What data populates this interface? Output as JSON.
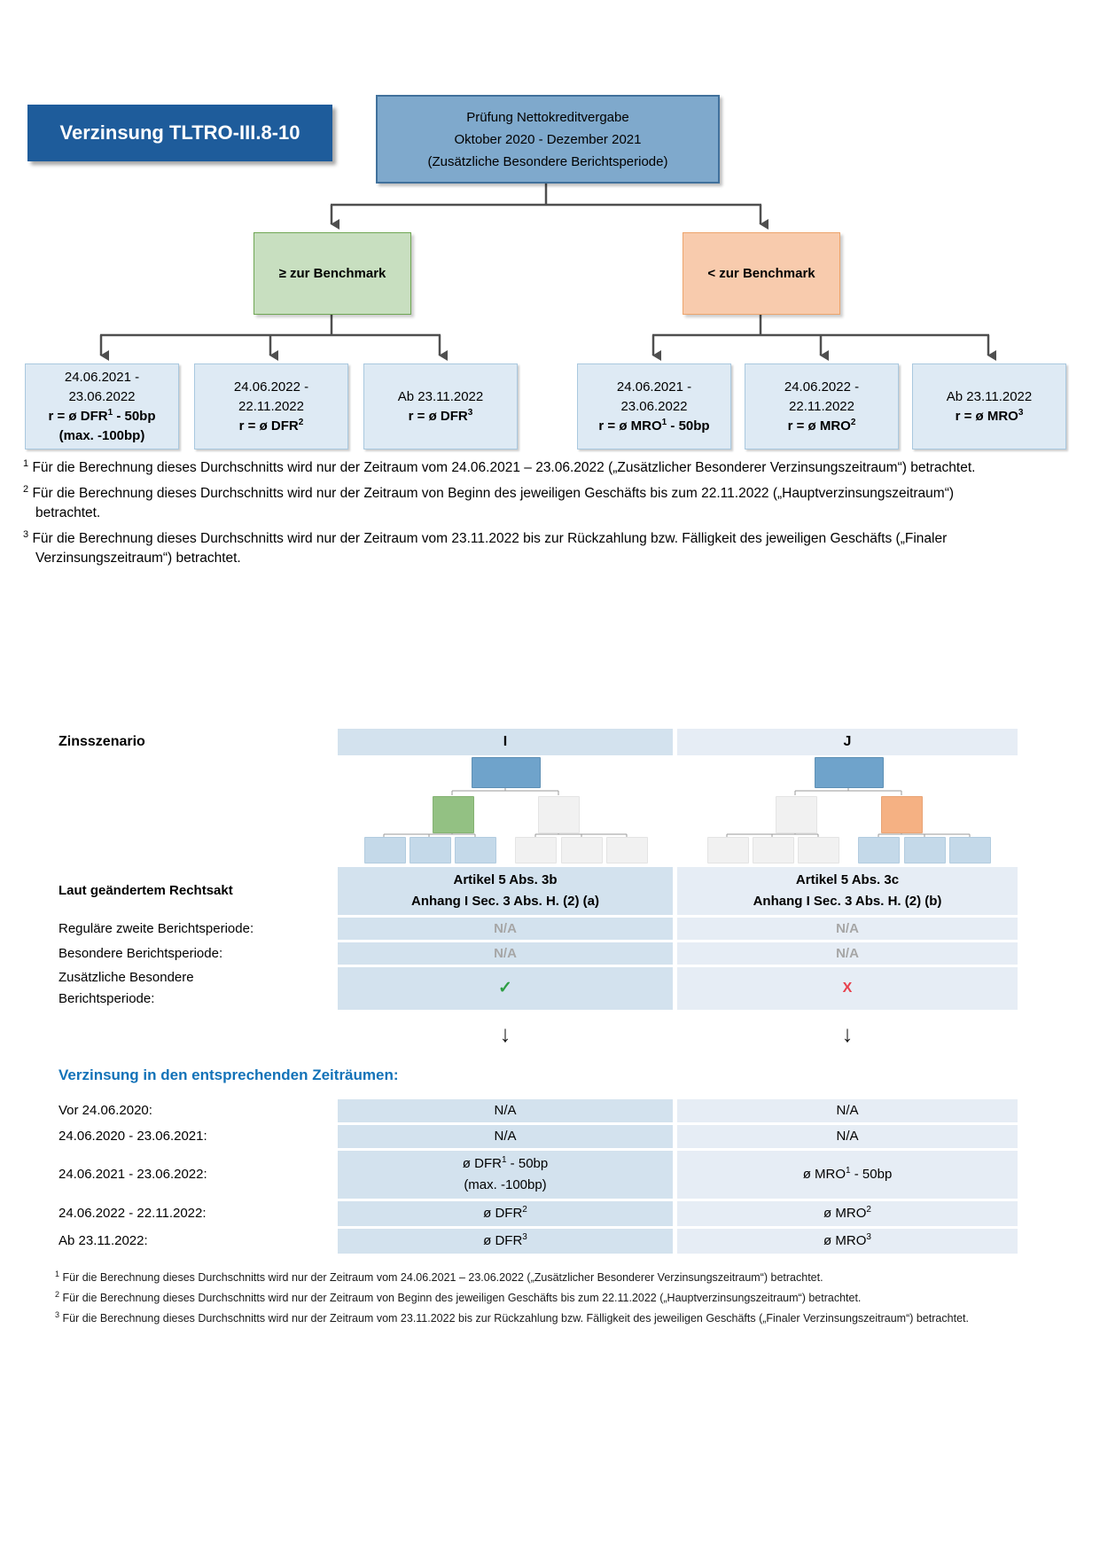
{
  "colors": {
    "title_bg": "#1E5C9B",
    "root_fill": "#7FA9CC",
    "root_border": "#41719C",
    "green_fill": "#C8DFC0",
    "green_border": "#6FA653",
    "orange_fill": "#F8CBAD",
    "orange_border": "#EDA46B",
    "leaf_fill": "#DEEAF4",
    "column_i_bg": "#D3E2EE",
    "column_j_bg": "#E6EDF5",
    "na_grey": "#A6A6A6",
    "check_green": "#2E9E44",
    "x_red": "#E8414D",
    "heading_blue": "#1272B8",
    "connector_grey": "#4F4F4F"
  },
  "flowchart": {
    "title": "Verzinsung TLTRO-III.8-10",
    "root_lines": [
      "Prüfung Nettokreditvergabe",
      "Oktober 2020 - Dezember 2021",
      "(Zusätzliche Besondere Berichtsperiode)"
    ],
    "branches": {
      "left": "≥ zur Benchmark",
      "right": "< zur Benchmark"
    },
    "leaves": [
      {
        "period1": "24.06.2021 -",
        "period2": "23.06.2022",
        "rate_pre": "r = ø DFR",
        "rate_sup": "1",
        "rate_post": " - 50bp",
        "extra": "(max. -100bp)"
      },
      {
        "period1": "24.06.2022 -",
        "period2": "22.11.2022",
        "rate_pre": "r = ø DFR",
        "rate_sup": "2",
        "rate_post": "",
        "extra": ""
      },
      {
        "period1": "Ab 23.11.2022",
        "period2": "",
        "rate_pre": "r = ø DFR",
        "rate_sup": "3",
        "rate_post": "",
        "extra": ""
      },
      {
        "period1": "24.06.2021 -",
        "period2": "23.06.2022",
        "rate_pre": "r = ø MRO",
        "rate_sup": "1",
        "rate_post": " - 50bp",
        "extra": ""
      },
      {
        "period1": "24.06.2022 -",
        "period2": "22.11.2022",
        "rate_pre": "r = ø MRO",
        "rate_sup": "2",
        "rate_post": "",
        "extra": ""
      },
      {
        "period1": "Ab 23.11.2022",
        "period2": "",
        "rate_pre": "r = ø MRO",
        "rate_sup": "3",
        "rate_post": "",
        "extra": ""
      }
    ],
    "footnotes": [
      {
        "sup": "1",
        "text": "Für die Berechnung dieses Durchschnitts wird nur der Zeitraum vom 24.06.2021 – 23.06.2022 („Zusätzlicher Besonderer Verzinsungszeitraum“) betrachtet."
      },
      {
        "sup": "2",
        "text": "Für die Berechnung dieses Durchschnitts wird nur der Zeitraum von Beginn des jeweiligen Geschäfts bis zum 22.11.2022 („Hauptverzinsungszeitraum“) betrachtet."
      },
      {
        "sup": "3",
        "text": "Für die Berechnung dieses Durchschnitts wird nur der Zeitraum vom 23.11.2022 bis zur Rückzahlung bzw. Fälligkeit des jeweiligen Geschäfts („Finaler Verzinsungszeitraum“) betrachtet."
      }
    ]
  },
  "table": {
    "corner_label": "Zinsszenario",
    "columns": [
      "I",
      "J"
    ],
    "rechtsakt": {
      "label": "Laut geändertem Rechtsakt",
      "i1": "Artikel 5 Abs. 3b",
      "i2": "Anhang I Sec. 3 Abs. H. (2) (a)",
      "j1": "Artikel 5 Abs. 3c",
      "j2": "Anhang I Sec. 3 Abs. H. (2) (b)"
    },
    "rows": [
      {
        "label": "Reguläre zweite Berichtsperiode:",
        "i": "N/A",
        "j": "N/A"
      },
      {
        "label": "Besondere Berichtsperiode:",
        "i": "N/A",
        "j": "N/A"
      }
    ],
    "special_row": {
      "label1": "Zusätzliche Besondere",
      "label2": "Berichtsperiode:",
      "i": "✓",
      "j": "X"
    },
    "arrow": "↓"
  },
  "section2": {
    "heading": "Verzinsung in den entsprechenden Zeiträumen:",
    "rows": [
      {
        "label": "Vor 24.06.2020:",
        "i": {
          "pre": "N/A"
        },
        "j": {
          "pre": "N/A"
        }
      },
      {
        "label": "24.06.2020 - 23.06.2021:",
        "i": {
          "pre": "N/A"
        },
        "j": {
          "pre": "N/A"
        }
      },
      {
        "label": "24.06.2021 - 23.06.2022:",
        "i": {
          "pre": "ø DFR",
          "sup": "1",
          "post": " - 50bp",
          "extra": "(max. -100bp)"
        },
        "j": {
          "pre": "ø MRO",
          "sup": "1",
          "post": " - 50bp"
        }
      },
      {
        "label": "24.06.2022 - 22.11.2022:",
        "i": {
          "pre": "ø DFR",
          "sup": "2"
        },
        "j": {
          "pre": "ø MRO",
          "sup": "2"
        }
      },
      {
        "label": "Ab 23.11.2022:",
        "i": {
          "pre": "ø DFR",
          "sup": "3"
        },
        "j": {
          "pre": "ø MRO",
          "sup": "3"
        }
      }
    ],
    "footnotes": [
      {
        "sup": "1",
        "text": "Für die Berechnung dieses Durchschnitts wird nur der Zeitraum vom 24.06.2021 – 23.06.2022 („Zusätzlicher Besonderer Verzinsungszeitraum“) betrachtet."
      },
      {
        "sup": "2",
        "text": "Für die Berechnung dieses Durchschnitts wird nur der Zeitraum von Beginn des jeweiligen Geschäfts bis zum 22.11.2022 („Hauptverzinsungszeitraum“) betrachtet."
      },
      {
        "sup": "3",
        "text": "Für die Berechnung dieses Durchschnitts wird nur der Zeitraum vom 23.11.2022 bis zur Rückzahlung bzw. Fälligkeit des jeweiligen Geschäfts („Finaler Verzinsungszeitraum“) betrachtet."
      }
    ]
  }
}
